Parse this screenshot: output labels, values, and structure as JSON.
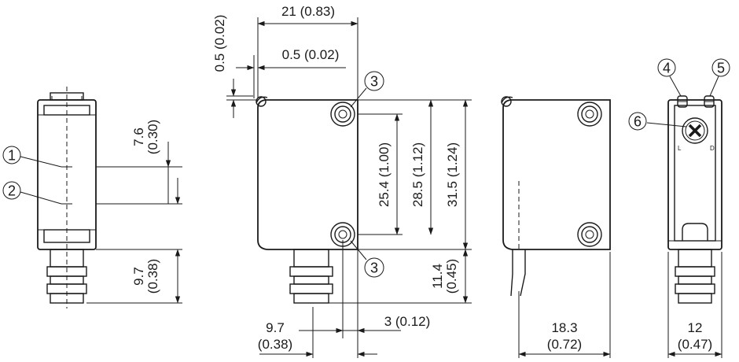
{
  "dimensions": {
    "width_total": "21 (0.83)",
    "offset_top": "0.5 (0.02)",
    "offset_left": "0.5 (0.02)",
    "hole_spacing": "25.4 (1.00)",
    "height_mid": "28.5 (1.12)",
    "height_total": "31.5 (1.24)",
    "connector_len_side": "11.4",
    "connector_len_side_in": "(0.45)",
    "connector_width": "9.7",
    "connector_width_in": "(0.38)",
    "hole_offset": "3 (0.12)",
    "front_spacing": "7.6",
    "front_spacing_in": "(0.30)",
    "front_connector": "9.7",
    "front_connector_in": "(0.38)",
    "depth": "18.3",
    "depth_in": "(0.72)",
    "rear_width": "12",
    "rear_width_in": "(0.47)"
  },
  "callouts": [
    "1",
    "2",
    "3",
    "3",
    "4",
    "5",
    "6"
  ],
  "rear_labels": {
    "left": "L",
    "right": "D"
  }
}
